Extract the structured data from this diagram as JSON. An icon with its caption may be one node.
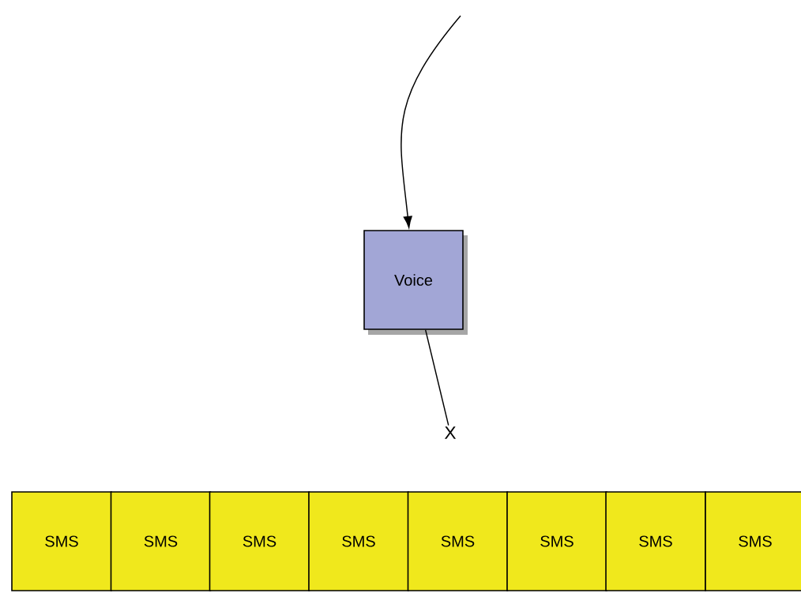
{
  "diagram": {
    "nodes": [
      {
        "text": [
          "Voice"
        ]
      },
      {
        "text": [
          "X"
        ]
      },
      {
        "text": [
          "SMS"
        ]
      },
      {
        "text": [
          "SMS"
        ]
      },
      {
        "text": [
          "SMS"
        ]
      },
      {
        "text": [
          "SMS"
        ]
      },
      {
        "text": [
          "SMS"
        ]
      },
      {
        "text": [
          "SMS"
        ]
      },
      {
        "text": [
          "SMS"
        ]
      },
      {
        "text": [
          "SMS"
        ]
      }
    ],
    "edges": [
      {
        "from": null,
        "to": 0,
        "arrow": "to"
      },
      {
        "from": 0,
        "to": 1,
        "arrow": "none"
      }
    ]
  }
}
